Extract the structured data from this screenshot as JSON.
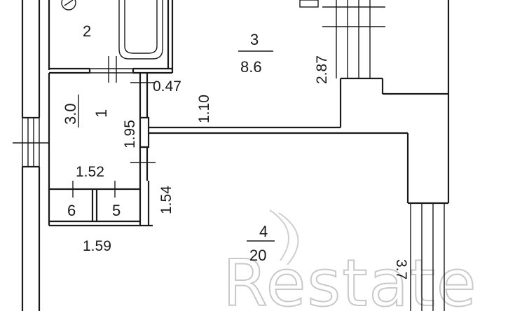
{
  "rooms": [
    {
      "number": "1",
      "area": "3.0"
    },
    {
      "number": "2",
      "area": ""
    },
    {
      "number": "3",
      "area": "8.6"
    },
    {
      "number": "4",
      "area": "20"
    },
    {
      "number": "5",
      "area": ""
    },
    {
      "number": "6",
      "area": ""
    }
  ],
  "dimensions": {
    "d_287": "2.87",
    "d_047": "0.47",
    "d_110": "1.10",
    "d_195": "1.95",
    "d_152": "1.52",
    "d_154": "1.54",
    "d_159": "1.59",
    "d_partial": "3.7"
  },
  "watermark": "Restate"
}
